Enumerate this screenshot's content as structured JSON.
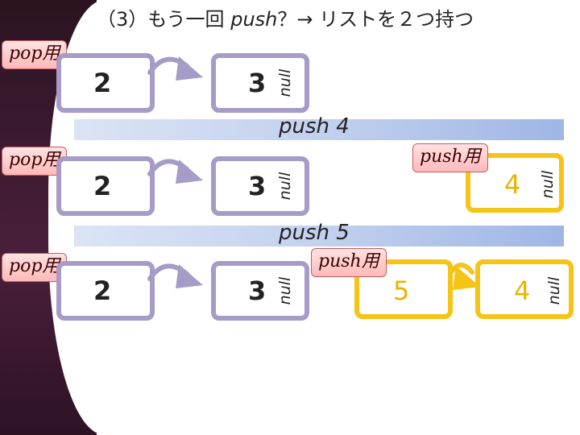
{
  "title": {
    "step": "（3）",
    "text1": "もう一回 ",
    "push": "push",
    "text2": "？→ リストを２つ持つ"
  },
  "colors": {
    "pop_list_border": "#a79bc8",
    "push_list_border": "#f5c416",
    "tag_fill": "#ffc9c9"
  },
  "rows": [
    {
      "pop_tag": "pop用",
      "pop_nodes": [
        "2",
        "3"
      ],
      "null_label": "null"
    },
    {
      "step_label": "push 4",
      "pop_tag": "pop用",
      "pop_nodes": [
        "2",
        "3"
      ],
      "null_label": "null",
      "push_tag": "push用",
      "push_nodes": [
        "4"
      ],
      "push_null_label": "null"
    },
    {
      "step_label": "push 5",
      "pop_tag": "pop用",
      "pop_nodes": [
        "2",
        "3"
      ],
      "null_label": "null",
      "push_tag": "push用",
      "push_nodes": [
        "5",
        "4"
      ],
      "push_null_label": "null"
    }
  ]
}
